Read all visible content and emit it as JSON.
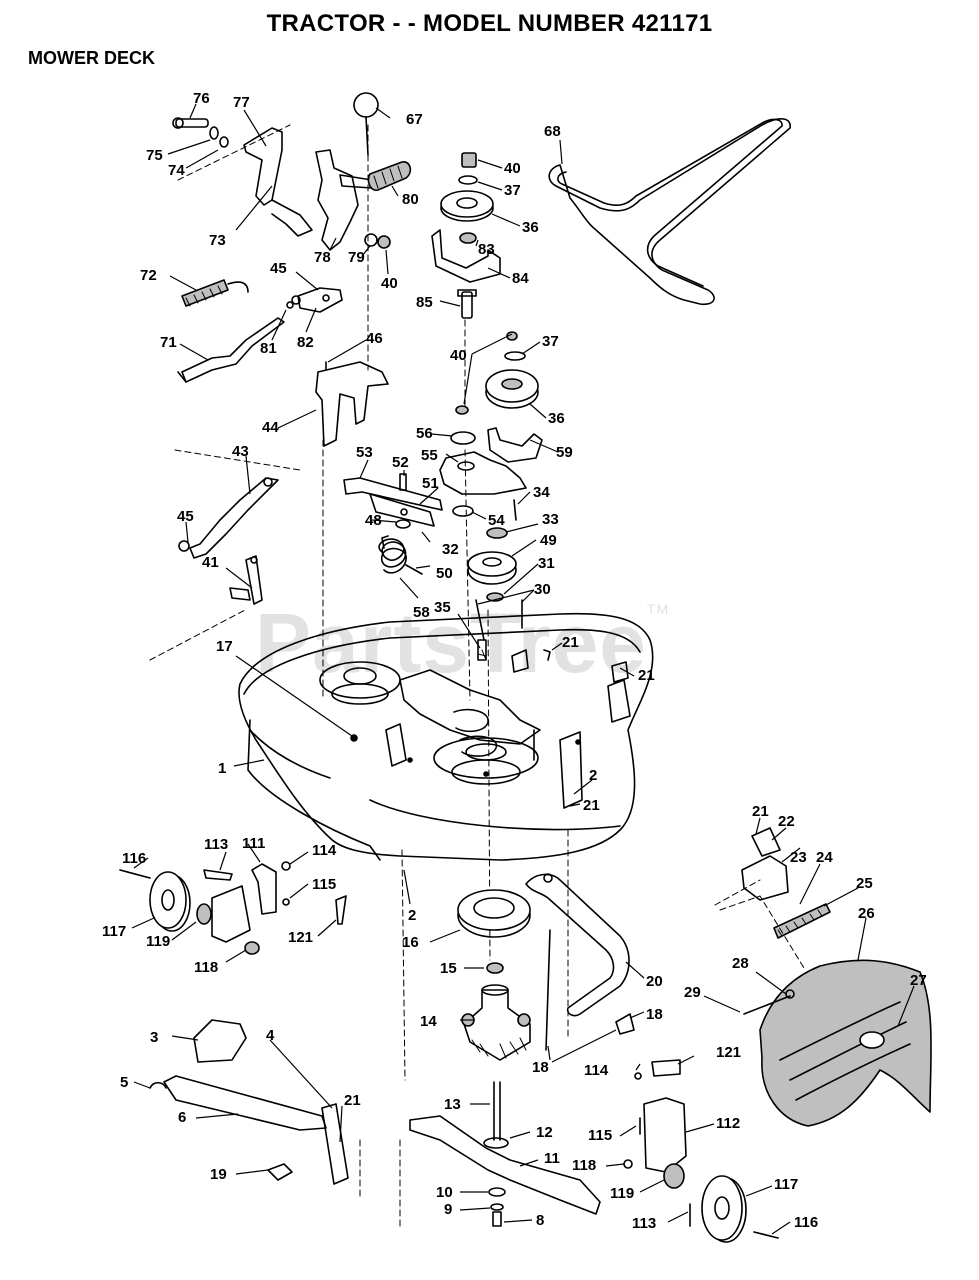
{
  "header": {
    "title": "TRACTOR - - MODEL NUMBER 421171",
    "section": "MOWER DECK"
  },
  "watermark": {
    "text": "PartsTree",
    "mark": "TM"
  },
  "callouts": [
    "76",
    "77",
    "67",
    "75",
    "74",
    "73",
    "78",
    "79",
    "40",
    "80",
    "40",
    "37",
    "36",
    "83",
    "84",
    "85",
    "68",
    "72",
    "45",
    "71",
    "81",
    "82",
    "46",
    "40",
    "37",
    "36",
    "59",
    "44",
    "56",
    "55",
    "34",
    "53",
    "52",
    "51",
    "48",
    "54",
    "33",
    "32",
    "49",
    "50",
    "31",
    "30",
    "43",
    "45",
    "41",
    "58",
    "35",
    "21",
    "21",
    "17",
    "1",
    "2",
    "21",
    "21",
    "22",
    "23",
    "24",
    "25",
    "26",
    "27",
    "28",
    "29",
    "116",
    "113",
    "111",
    "114",
    "115",
    "117",
    "119",
    "118",
    "121",
    "2",
    "16",
    "15",
    "20",
    "18",
    "14",
    "18",
    "114",
    "121",
    "3",
    "4",
    "5",
    "6",
    "21",
    "13",
    "12",
    "115",
    "112",
    "11",
    "118",
    "119",
    "10",
    "9",
    "8",
    "19",
    "117",
    "116",
    "113"
  ]
}
